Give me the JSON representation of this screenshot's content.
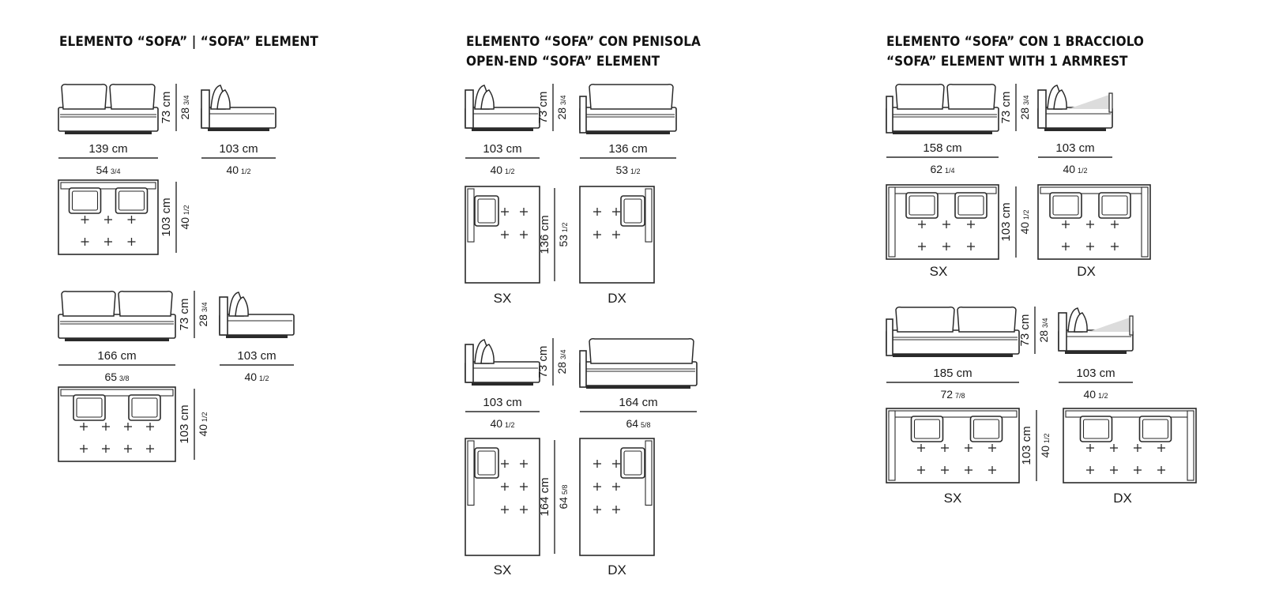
{
  "colors": {
    "ink": "#2a2a2a",
    "text": "#111111",
    "fill": "#ffffff",
    "shade": "#dcdcdc"
  },
  "sections": {
    "sofa": {
      "title": "ELEMENTO “SOFA”  |  “SOFA” ELEMENT",
      "rows": [
        {
          "front_width": "139 cm",
          "front_width_in": "54",
          "front_width_in_frac": "3/4",
          "side_depth": "103 cm",
          "side_depth_in": "40",
          "side_depth_in_frac": "1/2",
          "height": "73 cm",
          "height_in": "28",
          "height_in_frac": "3/4",
          "plan_depth": "103 cm",
          "plan_depth_in": "40",
          "plan_depth_in_frac": "1/2"
        },
        {
          "front_width": "166 cm",
          "front_width_in": "65",
          "front_width_in_frac": "3/8",
          "side_depth": "103 cm",
          "side_depth_in": "40",
          "side_depth_in_frac": "1/2",
          "height": "73 cm",
          "height_in": "28",
          "height_in_frac": "3/4",
          "plan_depth": "103 cm",
          "plan_depth_in": "40",
          "plan_depth_in_frac": "1/2"
        }
      ]
    },
    "open_end": {
      "title_line1": "ELEMENTO “SOFA” CON PENISOLA",
      "title_line2": "OPEN-END “SOFA” ELEMENT",
      "rows": [
        {
          "side_depth": "103 cm",
          "side_depth_in": "40",
          "side_depth_in_frac": "1/2",
          "front_width": "136 cm",
          "front_width_in": "53",
          "front_width_in_frac": "1/2",
          "height": "73 cm",
          "height_in": "28",
          "height_in_frac": "3/4",
          "plan_length": "136 cm",
          "plan_length_in": "53",
          "plan_length_in_frac": "1/2",
          "left_label": "SX",
          "right_label": "DX"
        },
        {
          "side_depth": "103 cm",
          "side_depth_in": "40",
          "side_depth_in_frac": "1/2",
          "front_width": "164 cm",
          "front_width_in": "64",
          "front_width_in_frac": "5/8",
          "height": "73 cm",
          "height_in": "28",
          "height_in_frac": "3/4",
          "plan_length": "164 cm",
          "plan_length_in": "64",
          "plan_length_in_frac": "5/8",
          "left_label": "SX",
          "right_label": "DX"
        }
      ]
    },
    "armrest": {
      "title_line1": "ELEMENTO “SOFA” CON 1 BRACCIOLO",
      "title_line2": "“SOFA” ELEMENT WITH 1 ARMREST",
      "rows": [
        {
          "front_width": "158 cm",
          "front_width_in": "62",
          "front_width_in_frac": "1/4",
          "side_depth": "103 cm",
          "side_depth_in": "40",
          "side_depth_in_frac": "1/2",
          "height": "73 cm",
          "height_in": "28",
          "height_in_frac": "3/4",
          "plan_depth": "103 cm",
          "plan_depth_in": "40",
          "plan_depth_in_frac": "1/2",
          "left_label": "SX",
          "right_label": "DX"
        },
        {
          "front_width": "185 cm",
          "front_width_in": "72",
          "front_width_in_frac": "7/8",
          "side_depth": "103 cm",
          "side_depth_in": "40",
          "side_depth_in_frac": "1/2",
          "height": "73 cm",
          "height_in": "28",
          "height_in_frac": "3/4",
          "plan_depth": "103 cm",
          "plan_depth_in": "40",
          "plan_depth_in_frac": "1/2",
          "left_label": "SX",
          "right_label": "DX"
        }
      ]
    }
  }
}
